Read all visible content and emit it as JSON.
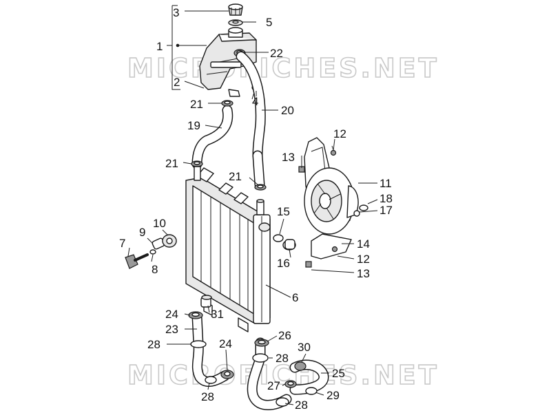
{
  "watermark": "MICROFICHES.NET",
  "callouts": {
    "c1": "1",
    "c2": "2",
    "c3": "3",
    "c4": "4",
    "c5": "5",
    "c6": "6",
    "c7": "7",
    "c8": "8",
    "c9": "9",
    "c10": "10",
    "c11": "11",
    "c12a": "12",
    "c12b": "12",
    "c13a": "13",
    "c13b": "13",
    "c14": "14",
    "c15": "15",
    "c16": "16",
    "c17": "17",
    "c18": "18",
    "c19": "19",
    "c20": "20",
    "c21a": "21",
    "c21b": "21",
    "c21c": "21",
    "c22": "22",
    "c23": "23",
    "c24a": "24",
    "c24b": "24",
    "c25": "25",
    "c26": "26",
    "c27": "27",
    "c28a": "28",
    "c28b": "28",
    "c28c": "28",
    "c28d": "28",
    "c29": "29",
    "c30": "30",
    "c31": "31"
  }
}
